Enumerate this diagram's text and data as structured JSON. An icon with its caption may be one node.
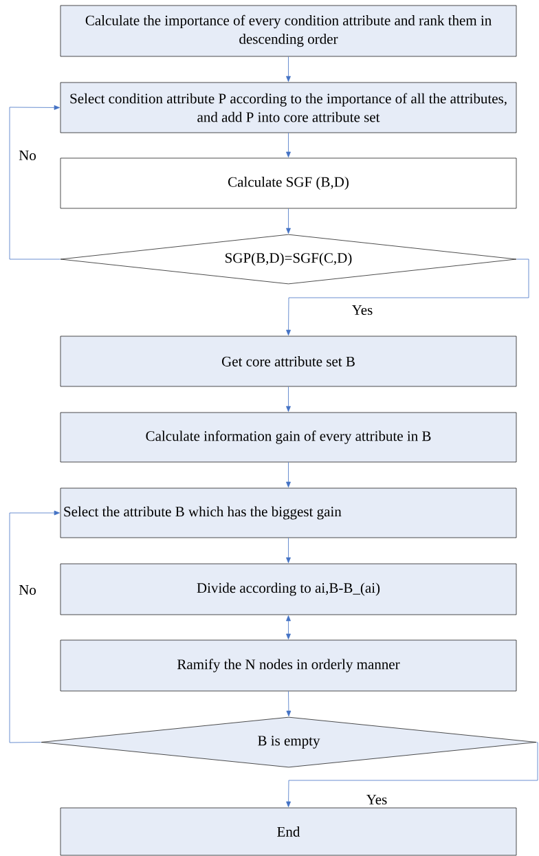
{
  "diagram": {
    "nodes": [
      {
        "text": [
          "Calculate the importance of every condition attribute and rank them in descending order"
        ]
      },
      {
        "text": [
          "Select condition attribute P according to the importance of all the attributes, and add P into core attribute set"
        ]
      },
      {
        "text": [
          "Calculate SGF (B,D)"
        ]
      },
      {
        "text": [
          "SGP(B,D)=SGF(C,D)"
        ]
      },
      {
        "text": [
          "Get core attribute set B"
        ]
      },
      {
        "text": [
          "Calculate information gain of every attribute in B"
        ]
      },
      {
        "text": [
          "Select the attribute B which has the biggest gain"
        ]
      },
      {
        "text": [
          "Divide according to ai,B-B_(ai)"
        ]
      },
      {
        "text": [
          "Ramify the N nodes in orderly manner"
        ]
      },
      {
        "text": [
          "B is empty"
        ]
      },
      {
        "text": [
          "End"
        ]
      }
    ],
    "edges": [
      {
        "from": 0,
        "to": 1,
        "arrow": "to"
      },
      {
        "from": 1,
        "to": 2,
        "arrow": "to"
      },
      {
        "from": 2,
        "to": 3,
        "arrow": "to"
      },
      {
        "from": 3,
        "to": 1,
        "arrow": "to",
        "label": "No"
      },
      {
        "from": 3,
        "to": 4,
        "arrow": "to",
        "label": "Yes"
      },
      {
        "from": 4,
        "to": 5,
        "arrow": "to"
      },
      {
        "from": 5,
        "to": 6,
        "arrow": "to"
      },
      {
        "from": 6,
        "to": 7,
        "arrow": "to"
      },
      {
        "from": 7,
        "to": 8,
        "arrow": "both"
      },
      {
        "from": 8,
        "to": 9,
        "arrow": "to"
      },
      {
        "from": 9,
        "to": 6,
        "arrow": "to",
        "label": "No"
      },
      {
        "from": 9,
        "to": 10,
        "arrow": "to",
        "label": "Yes"
      }
    ]
  }
}
